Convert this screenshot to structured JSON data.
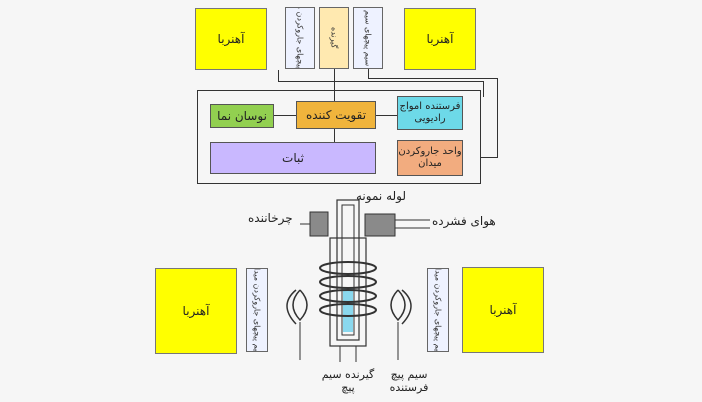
{
  "colors": {
    "magnet": "#ffff00",
    "oscilloscope": "#92d050",
    "amplifier": "#f0b43c",
    "transmitter": "#6dd9e8",
    "field_sweep": "#f2ac7f",
    "stabilizer": "#c9b8ff",
    "sample_tube_liquid": "#8ad8ee"
  },
  "magnets": {
    "top_left": "آهنربا",
    "top_right": "آهنربا",
    "bottom_left": "آهنربا",
    "bottom_right": "آهنربا"
  },
  "top_strips": {
    "sweep_coil": "سیم پیچهای جاروکردن میدان",
    "receiver": "گیرنده",
    "coil_wires": "سیم پیچهای سیم"
  },
  "console": {
    "amplifier": "تقویت کننده",
    "oscilloscope": "نوسان نما",
    "transmitter": "فرستنده امواج رادیویی",
    "field_sweep_unit": "واحد جاروکردن میدان",
    "stabilizer": "ثبات"
  },
  "probe": {
    "sample_tube": "لوله نمونه",
    "compressed_air": "هوای فشرده",
    "spinner": "چرخاننده",
    "receiver_coil": "گیرنده سیم پیچ",
    "transmitter_coil": "سیم پیچ فرستنده"
  },
  "side_strips": {
    "left": "سیم پیچهای جاروکردن میدان",
    "right": "سیم پیچهای جاروکردن میدان"
  }
}
